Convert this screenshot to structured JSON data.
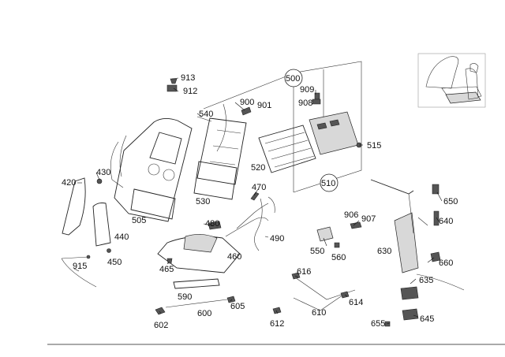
{
  "callouts": {
    "c913": "913",
    "c912": "912",
    "c540": "540",
    "c900": "900",
    "c901": "901",
    "c500": "500",
    "c909": "909",
    "c908": "908",
    "c515": "515",
    "c520": "520",
    "c510": "510",
    "c430": "430",
    "c420": "420",
    "c505": "505",
    "c530": "530",
    "c470": "470",
    "c650": "650",
    "c640": "640",
    "c440": "440",
    "c450": "450",
    "c480": "480",
    "c490": "490",
    "c906": "906",
    "c907": "907",
    "c550": "550",
    "c560": "560",
    "c630": "630",
    "c660": "660",
    "c915": "915",
    "c465": "465",
    "c460": "460",
    "c616": "616",
    "c635": "635",
    "c590": "590",
    "c605": "605",
    "c600": "600",
    "c614": "614",
    "c602": "602",
    "c610": "610",
    "c612": "612",
    "c655": "655",
    "c645": "645"
  },
  "colors": {
    "line": "#222222",
    "label": "#111111",
    "background": "#ffffff"
  }
}
